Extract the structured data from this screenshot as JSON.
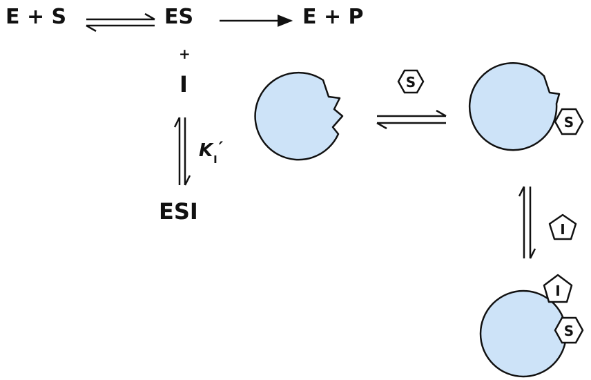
{
  "equation": {
    "e_plus_s": "E + S",
    "es": "ES",
    "e_plus_p": "E + P",
    "plus": "+",
    "inhibitor": "I",
    "esi": "ESI",
    "k_letter": "K",
    "k_subscript": "I",
    "k_prime": "′"
  },
  "cartoon": {
    "substrate_label": "S",
    "inhibitor_label": "I",
    "enzyme_fill": "#cde3f8",
    "outline": "#111111"
  }
}
